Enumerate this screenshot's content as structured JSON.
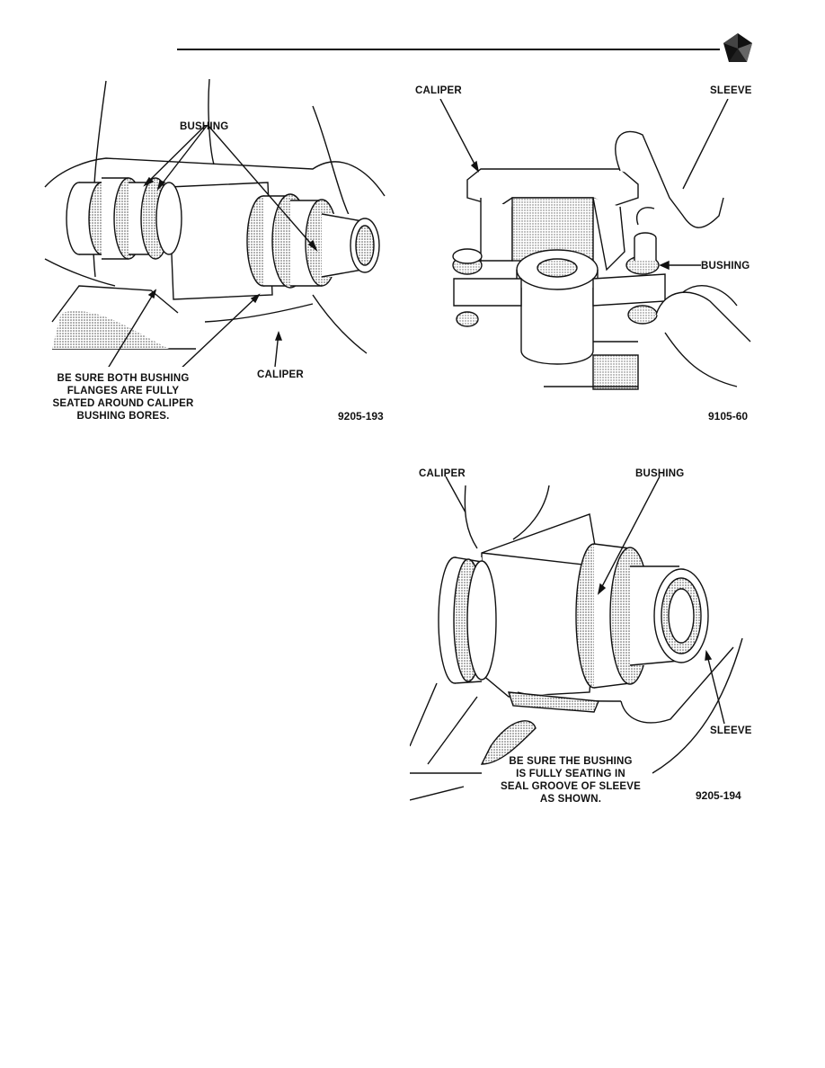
{
  "figures": [
    {
      "number": "9205-193",
      "labels": {
        "bushing": "BUSHING",
        "caliper": "CALIPER",
        "note": [
          "BE SURE BOTH BUSHING",
          "FLANGES ARE FULLY",
          "SEATED AROUND CALIPER",
          "BUSHING BORES."
        ]
      }
    },
    {
      "number": "9105-60",
      "labels": {
        "caliper": "CALIPER",
        "sleeve": "SLEEVE",
        "bushing": "BUSHING"
      }
    },
    {
      "number": "9205-194",
      "labels": {
        "caliper": "CALIPER",
        "bushing": "BUSHING",
        "sleeve": "SLEEVE",
        "note": [
          "BE SURE THE BUSHING",
          "IS FULLY SEATING IN",
          "SEAL GROOVE OF SLEEVE",
          "AS SHOWN."
        ]
      }
    }
  ]
}
